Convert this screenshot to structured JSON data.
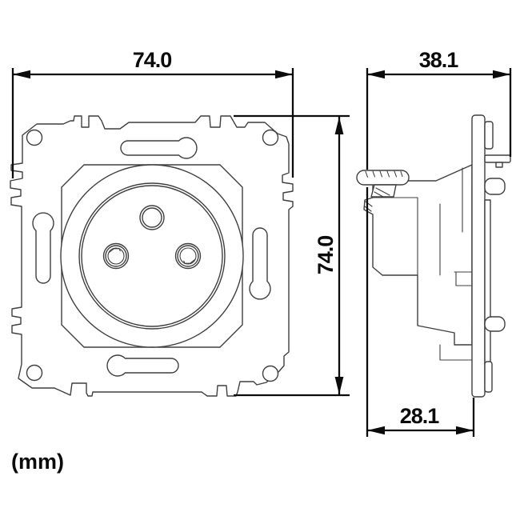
{
  "drawing": {
    "type": "technical-dimension-drawing",
    "subject": "flush-mount power socket (front and side orthographic views)",
    "units_label": "(mm)",
    "dimensions": {
      "front_width": "74.0",
      "front_height": "74.0",
      "side_depth_total": "38.1",
      "side_depth_body": "28.1"
    },
    "colors": {
      "background": "#ffffff",
      "part_outline": "#3f3f3f",
      "dimension_lines_and_text": "#0b0b0b"
    }
  }
}
